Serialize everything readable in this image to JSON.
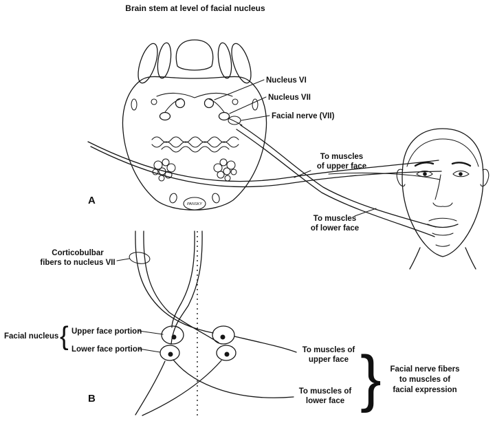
{
  "figure": {
    "title": "Brain stem at level of facial nucleus",
    "ink_color": "#161616",
    "background_color": "#ffffff",
    "panel_a": {
      "label": "A",
      "nucleus_vi": "Nucleus VI",
      "nucleus_vii": "Nucleus VII",
      "facial_nerve": "Facial nerve (VII)",
      "upper_face_l1": "To muscles",
      "upper_face_l2": "of upper face",
      "lower_face_l1": "To muscles",
      "lower_face_l2": "of lower face",
      "signature": "PANSKY"
    },
    "panel_b": {
      "label": "B",
      "corticobulbar_l1": "Corticobulbar",
      "corticobulbar_l2": "fibers to nucleus VII",
      "facial_nucleus": "Facial nucleus",
      "brace_left": "{",
      "upper_portion": "Upper face portion",
      "lower_portion": "Lower face portion",
      "upper_face_l1": "To muscles of",
      "upper_face_l2": "upper face",
      "lower_face_l1": "To muscles of",
      "lower_face_l2": "lower face",
      "brace_right": "}",
      "fibers_l1": "Facial nerve fibers",
      "fibers_l2": "to muscles of",
      "fibers_l3": "facial expression"
    }
  }
}
